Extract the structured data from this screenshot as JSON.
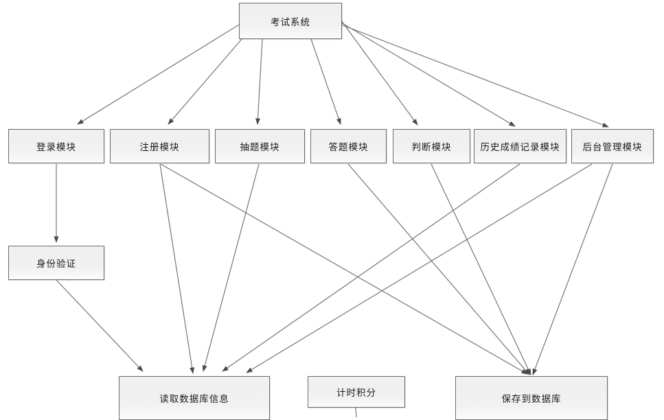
{
  "diagram": {
    "nodes": [
      {
        "id": "exam-system",
        "label": "考试系统"
      },
      {
        "id": "login-module",
        "label": "登录模块"
      },
      {
        "id": "register-module",
        "label": "注册模块"
      },
      {
        "id": "draw-question-module",
        "label": "抽题模块"
      },
      {
        "id": "answer-module",
        "label": "答题模块"
      },
      {
        "id": "judge-module",
        "label": "判断模块"
      },
      {
        "id": "history-score-module",
        "label": "历史成绩记录模块"
      },
      {
        "id": "admin-module",
        "label": "后台管理模块"
      },
      {
        "id": "identity-verify",
        "label": "身份验证"
      },
      {
        "id": "read-database",
        "label": "读取数据库信息"
      },
      {
        "id": "timing-score",
        "label": "计时积分"
      },
      {
        "id": "save-database",
        "label": "保存到数据库"
      }
    ],
    "edges": [
      {
        "from": "exam-system",
        "to": "login-module",
        "arrow": true
      },
      {
        "from": "exam-system",
        "to": "register-module",
        "arrow": true
      },
      {
        "from": "exam-system",
        "to": "draw-question-module",
        "arrow": true
      },
      {
        "from": "exam-system",
        "to": "answer-module",
        "arrow": true
      },
      {
        "from": "exam-system",
        "to": "judge-module",
        "arrow": true
      },
      {
        "from": "exam-system",
        "to": "history-score-module",
        "arrow": true
      },
      {
        "from": "exam-system",
        "to": "admin-module",
        "arrow": true
      },
      {
        "from": "login-module",
        "to": "identity-verify",
        "arrow": true
      },
      {
        "from": "identity-verify",
        "to": "read-database",
        "arrow": true
      },
      {
        "from": "register-module",
        "to": "read-database",
        "arrow": true
      },
      {
        "from": "register-module",
        "to": "save-database",
        "arrow": true
      },
      {
        "from": "draw-question-module",
        "to": "read-database",
        "arrow": true
      },
      {
        "from": "answer-module",
        "to": "save-database",
        "arrow": true
      },
      {
        "from": "judge-module",
        "to": "save-database",
        "arrow": true
      },
      {
        "from": "history-score-module",
        "to": "read-database",
        "arrow": true
      },
      {
        "from": "admin-module",
        "to": "read-database",
        "arrow": true
      },
      {
        "from": "admin-module",
        "to": "save-database",
        "arrow": true
      },
      {
        "from": "timing-score",
        "to": "offscreen-bottom",
        "arrow": false
      }
    ],
    "colors": {
      "background": "#ffffff",
      "box_border": "#6a6a6a",
      "box_fill": "#f1f1f1",
      "line": "#757575",
      "arrowhead": "#4a4a4a",
      "text": "#1c1c1c"
    }
  }
}
